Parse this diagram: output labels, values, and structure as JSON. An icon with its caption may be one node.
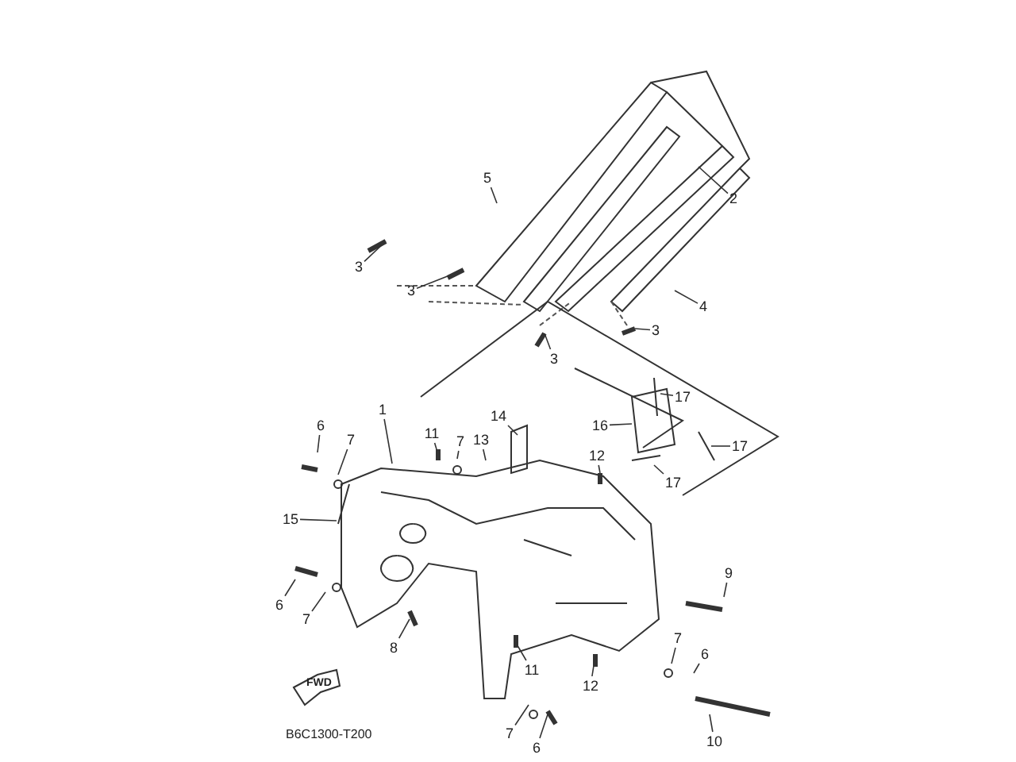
{
  "diagram": {
    "nodes": [
      {
        "text": [
          "5"
        ]
      },
      {
        "text": [
          "2"
        ]
      },
      {
        "text": [
          "3"
        ]
      },
      {
        "text": [
          "3"
        ]
      },
      {
        "text": [
          "4"
        ]
      },
      {
        "text": [
          "3"
        ]
      },
      {
        "text": [
          "3"
        ]
      },
      {
        "text": [
          "17"
        ]
      },
      {
        "text": [
          "1"
        ]
      },
      {
        "text": [
          "14"
        ]
      },
      {
        "text": [
          "6"
        ]
      },
      {
        "text": [
          "11"
        ]
      },
      {
        "text": [
          "7"
        ]
      },
      {
        "text": [
          "13"
        ]
      },
      {
        "text": [
          "16"
        ]
      },
      {
        "text": [
          "17"
        ]
      },
      {
        "text": [
          "7"
        ]
      },
      {
        "text": [
          "12"
        ]
      },
      {
        "text": [
          "17"
        ]
      },
      {
        "text": [
          "15"
        ]
      },
      {
        "text": [
          "9"
        ]
      },
      {
        "text": [
          "6"
        ]
      },
      {
        "text": [
          "7"
        ]
      },
      {
        "text": [
          "8"
        ]
      },
      {
        "text": [
          "7"
        ]
      },
      {
        "text": [
          "6"
        ]
      },
      {
        "text": [
          "11"
        ]
      },
      {
        "text": [
          "12"
        ]
      },
      {
        "text": [
          "7"
        ]
      },
      {
        "text": [
          "6"
        ]
      },
      {
        "text": [
          "10"
        ]
      }
    ],
    "edges": [
      {
        "from": 0,
        "to": null,
        "arrow": "none"
      },
      {
        "from": 1,
        "to": null,
        "arrow": "none"
      },
      {
        "from": 2,
        "to": null,
        "arrow": "none"
      },
      {
        "from": 3,
        "to": null,
        "arrow": "none"
      },
      {
        "from": 4,
        "to": null,
        "arrow": "none"
      },
      {
        "from": 5,
        "to": null,
        "arrow": "none"
      },
      {
        "from": 6,
        "to": null,
        "arrow": "none"
      },
      {
        "from": 7,
        "to": null,
        "arrow": "none"
      },
      {
        "from": 8,
        "to": null,
        "arrow": "none"
      },
      {
        "from": 9,
        "to": null,
        "arrow": "none"
      },
      {
        "from": 10,
        "to": null,
        "arrow": "none"
      },
      {
        "from": 11,
        "to": null,
        "arrow": "none"
      },
      {
        "from": 12,
        "to": null,
        "arrow": "none"
      },
      {
        "from": 13,
        "to": null,
        "arrow": "none"
      },
      {
        "from": 14,
        "to": null,
        "arrow": "none"
      },
      {
        "from": 15,
        "to": null,
        "arrow": "none"
      },
      {
        "from": 16,
        "to": null,
        "arrow": "none"
      },
      {
        "from": 17,
        "to": null,
        "arrow": "none"
      },
      {
        "from": 18,
        "to": null,
        "arrow": "none"
      },
      {
        "from": 19,
        "to": null,
        "arrow": "none"
      },
      {
        "from": 20,
        "to": null,
        "arrow": "none"
      },
      {
        "from": 21,
        "to": null,
        "arrow": "none"
      },
      {
        "from": 22,
        "to": null,
        "arrow": "none"
      },
      {
        "from": 23,
        "to": null,
        "arrow": "none"
      },
      {
        "from": 24,
        "to": null,
        "arrow": "none"
      },
      {
        "from": 25,
        "to": null,
        "arrow": "none"
      },
      {
        "from": 26,
        "to": null,
        "arrow": "none"
      },
      {
        "from": 27,
        "to": null,
        "arrow": "none"
      },
      {
        "from": 28,
        "to": null,
        "arrow": "none"
      },
      {
        "from": 29,
        "to": null,
        "arrow": "none"
      },
      {
        "from": 30,
        "to": null,
        "arrow": "none"
      }
    ],
    "labels": [
      "FWD",
      "B6C1300-T200"
    ]
  }
}
